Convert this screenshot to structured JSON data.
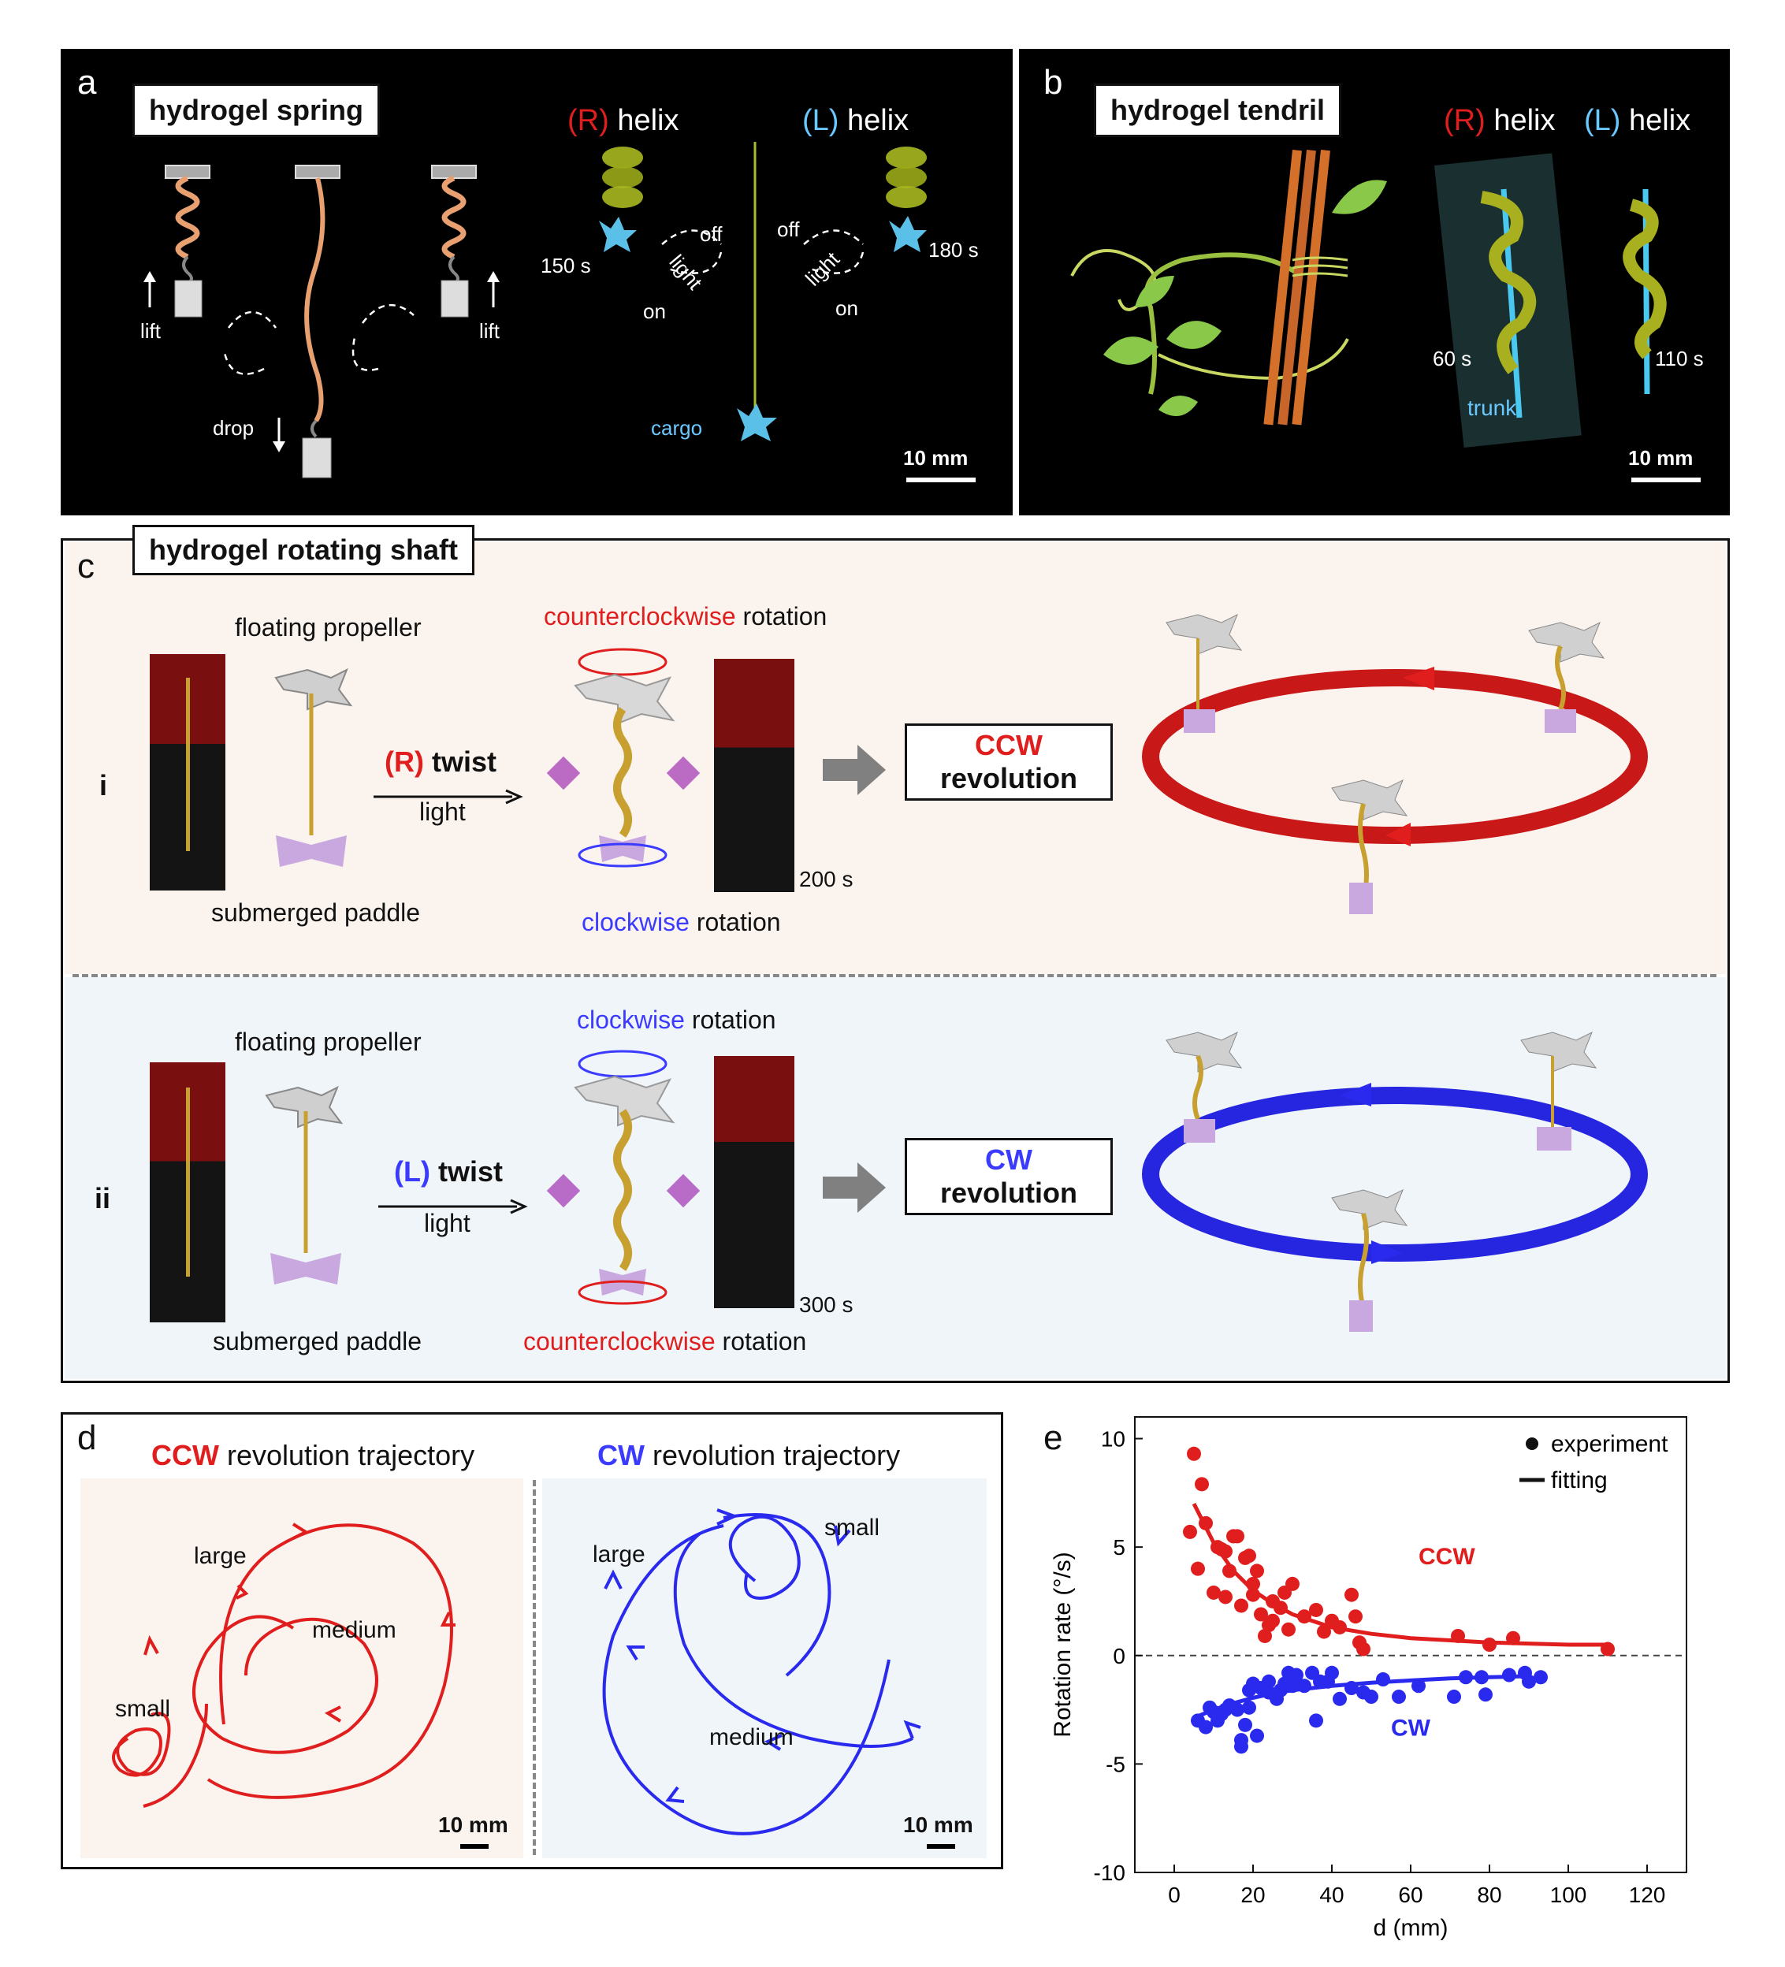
{
  "panel_a": {
    "letter": "a",
    "title": "hydrogel spring",
    "lift_left": "lift",
    "lift_right": "lift",
    "drop": "drop",
    "r_helix_prefix": "(R)",
    "l_helix_prefix": "(L)",
    "helix_word": "helix",
    "time_r": "150 s",
    "time_l": "180 s",
    "off": "off",
    "on": "on",
    "light": "light",
    "cargo": "cargo",
    "scale": "10 mm"
  },
  "panel_b": {
    "letter": "b",
    "title": "hydrogel tendril",
    "r_helix_prefix": "(R)",
    "l_helix_prefix": "(L)",
    "helix_word": "helix",
    "time_r": "60 s",
    "time_l": "110 s",
    "trunk": "trunk",
    "scale": "10 mm"
  },
  "panel_c": {
    "letter": "c",
    "title": "hydrogel rotating shaft",
    "row_i": {
      "label": "i",
      "floating": "floating propeller",
      "submerged": "submerged paddle",
      "twist_prefix": "(R)",
      "twist_word": "twist",
      "light": "light",
      "top_rot_colored": "counterclockwise",
      "top_rot_rest": " rotation",
      "bottom_rot_colored": "clockwise",
      "bottom_rot_rest": " rotation",
      "time": "200 s",
      "box_line1": "CCW",
      "box_line2": "revolution"
    },
    "row_ii": {
      "label": "ii",
      "floating": "floating propeller",
      "submerged": "submerged paddle",
      "twist_prefix": "(L)",
      "twist_word": "twist",
      "light": "light",
      "top_rot_colored": "clockwise",
      "top_rot_rest": " rotation",
      "bottom_rot_colored": "counterclockwise",
      "bottom_rot_rest": " rotation",
      "time": "300 s",
      "box_line1": "CW",
      "box_line2": "revolution"
    }
  },
  "panel_d": {
    "letter": "d",
    "left_title_colored": "CCW",
    "left_title_rest": " revolution trajectory",
    "right_title_colored": "CW",
    "right_title_rest": " revolution trajectory",
    "left_labels": [
      "large",
      "medium",
      "small"
    ],
    "right_labels": [
      "large",
      "small",
      "medium"
    ],
    "scale_left": "10 mm",
    "scale_right": "10 mm"
  },
  "colors": {
    "red": "#e01e1e",
    "blue": "#2a2aee",
    "lightblue": "#6ac8ff",
    "peach": "#fbf4ee",
    "pale_blue": "#f0f5fa"
  },
  "chart_data": {
    "type": "scatter",
    "panel_letter": "e",
    "xlabel": "d (mm)",
    "ylabel": "Rotation rate (°/s)",
    "xlim": [
      -10,
      130
    ],
    "ylim": [
      -10,
      11
    ],
    "xticks": [
      0,
      20,
      40,
      60,
      80,
      100,
      120
    ],
    "yticks": [
      -10,
      -5,
      0,
      5,
      10
    ],
    "legend": {
      "marker": "experiment",
      "line": "fitting",
      "position": "top-right"
    },
    "series": [
      {
        "name": "CCW",
        "color": "#e01e1e",
        "points": [
          [
            5,
            9.3
          ],
          [
            4,
            5.7
          ],
          [
            6,
            4
          ],
          [
            7,
            7.9
          ],
          [
            8,
            6.1
          ],
          [
            10,
            2.9
          ],
          [
            11,
            5
          ],
          [
            12,
            4.9
          ],
          [
            13,
            4.8
          ],
          [
            14,
            3.9
          ],
          [
            15,
            5.5
          ],
          [
            16,
            5.5
          ],
          [
            13,
            2.7
          ],
          [
            17,
            2.3
          ],
          [
            18,
            4.5
          ],
          [
            19,
            4.6
          ],
          [
            20,
            3.3
          ],
          [
            21,
            3.9
          ],
          [
            20,
            2.8
          ],
          [
            22,
            1.9
          ],
          [
            23,
            0.9
          ],
          [
            24,
            1.4
          ],
          [
            25,
            1.6
          ],
          [
            25,
            2.5
          ],
          [
            27,
            2.2
          ],
          [
            28,
            2.9
          ],
          [
            30,
            3.3
          ],
          [
            29,
            1.2
          ],
          [
            33,
            1.8
          ],
          [
            36,
            2.1
          ],
          [
            38,
            1.1
          ],
          [
            40,
            1.6
          ],
          [
            42,
            1.3
          ],
          [
            45,
            2.8
          ],
          [
            46,
            1.8
          ],
          [
            47,
            0.6
          ],
          [
            48,
            0.3
          ],
          [
            72,
            0.9
          ],
          [
            80,
            0.5
          ],
          [
            86,
            0.8
          ],
          [
            110,
            0.3
          ]
        ],
        "fit": [
          [
            5,
            7
          ],
          [
            10,
            5.2
          ],
          [
            15,
            3.9
          ],
          [
            20,
            3.0
          ],
          [
            25,
            2.4
          ],
          [
            30,
            1.9
          ],
          [
            40,
            1.3
          ],
          [
            50,
            1.0
          ],
          [
            60,
            0.8
          ],
          [
            70,
            0.7
          ],
          [
            80,
            0.6
          ],
          [
            90,
            0.55
          ],
          [
            100,
            0.5
          ],
          [
            110,
            0.5
          ]
        ]
      },
      {
        "name": "CW",
        "color": "#2a2aee",
        "points": [
          [
            6,
            -3
          ],
          [
            8,
            -3.3
          ],
          [
            9,
            -2.4
          ],
          [
            10,
            -2.6
          ],
          [
            11,
            -3
          ],
          [
            12,
            -2.7
          ],
          [
            13,
            -2.5
          ],
          [
            14,
            -2.3
          ],
          [
            16,
            -2.5
          ],
          [
            17,
            -4.2
          ],
          [
            17,
            -3.9
          ],
          [
            18,
            -3.2
          ],
          [
            19,
            -2.4
          ],
          [
            19,
            -1.6
          ],
          [
            20,
            -1.3
          ],
          [
            21,
            -3.7
          ],
          [
            22,
            -1.5
          ],
          [
            24,
            -1.7
          ],
          [
            24,
            -1.2
          ],
          [
            26,
            -2
          ],
          [
            27,
            -1.6
          ],
          [
            28,
            -1.3
          ],
          [
            29,
            -0.8
          ],
          [
            30,
            -1.4
          ],
          [
            31,
            -0.9
          ],
          [
            33,
            -1.4
          ],
          [
            35,
            -0.8
          ],
          [
            36,
            -3
          ],
          [
            37,
            -1.2
          ],
          [
            39,
            -1.2
          ],
          [
            40,
            -0.8
          ],
          [
            42,
            -2
          ],
          [
            45,
            -1.5
          ],
          [
            48,
            -1.7
          ],
          [
            50,
            -1.9
          ],
          [
            53,
            -1.1
          ],
          [
            57,
            -1.9
          ],
          [
            62,
            -1.4
          ],
          [
            71,
            -1.9
          ],
          [
            74,
            -1
          ],
          [
            78,
            -1
          ],
          [
            79,
            -1.8
          ],
          [
            85,
            -0.9
          ],
          [
            89,
            -0.8
          ],
          [
            93,
            -1
          ],
          [
            90,
            -1.2
          ]
        ],
        "fit": [
          [
            6,
            -2.8
          ],
          [
            10,
            -2.5
          ],
          [
            15,
            -2.2
          ],
          [
            20,
            -1.95
          ],
          [
            25,
            -1.75
          ],
          [
            30,
            -1.6
          ],
          [
            40,
            -1.4
          ],
          [
            50,
            -1.25
          ],
          [
            60,
            -1.15
          ],
          [
            70,
            -1.05
          ],
          [
            80,
            -1.0
          ],
          [
            90,
            -0.95
          ]
        ]
      }
    ],
    "annotations": [
      "CCW",
      "CW"
    ],
    "reference_line_y": 0
  }
}
